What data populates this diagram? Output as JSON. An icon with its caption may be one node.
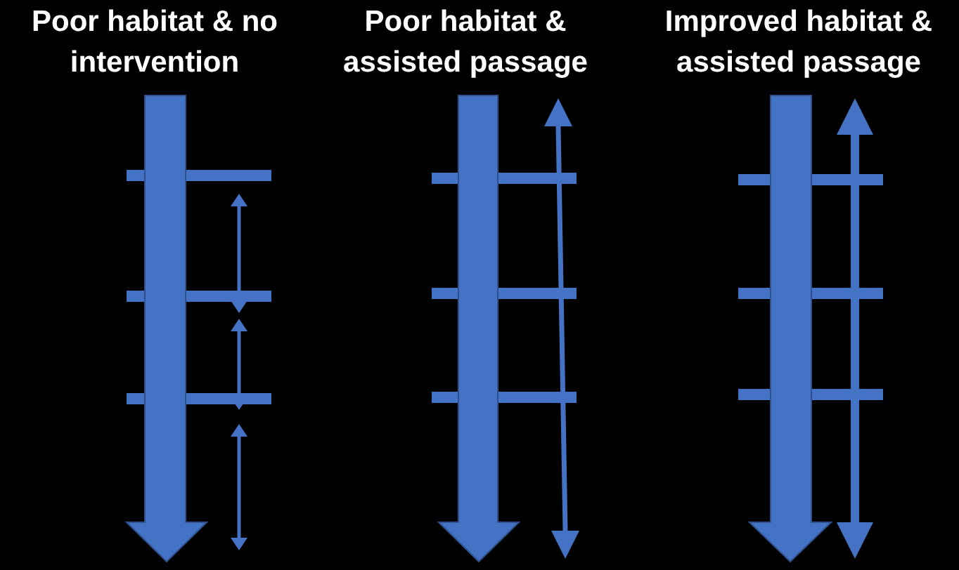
{
  "diagram": {
    "labels": [
      "Poor habitat & no intervention",
      "Poor habitat & assisted passage",
      "Improved habitat & assisted passage"
    ]
  }
}
